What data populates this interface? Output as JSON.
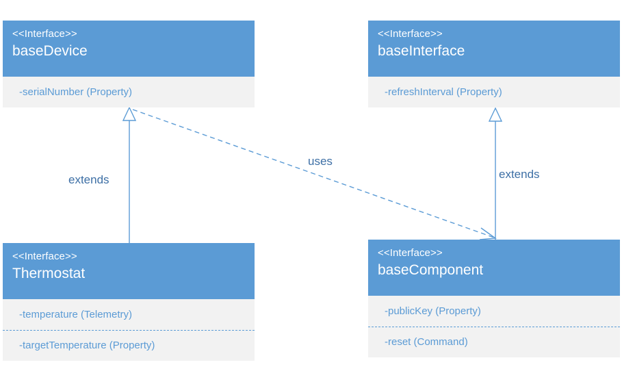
{
  "diagram": {
    "type": "uml-class-diagram",
    "title": "",
    "colors": {
      "header_fill": "#5B9BD5",
      "body_fill": "#F2F2F2",
      "header_text": "#FFFFFF",
      "member_text": "#5B9BD5",
      "connector_stroke": "#5B9BD5",
      "edge_label_text": "#3D6FA5",
      "canvas_background": "#FFFFFF"
    },
    "classes": [
      {
        "id": "baseDevice",
        "stereotype": "<<Interface>>",
        "name": "baseDevice",
        "members": [
          {
            "visibility": "-",
            "text": "-serialNumber (Property)"
          }
        ]
      },
      {
        "id": "baseInterface",
        "stereotype": "<<Interface>>",
        "name": "baseInterface",
        "members": [
          {
            "visibility": "-",
            "text": "-refreshInterval (Property)"
          }
        ]
      },
      {
        "id": "Thermostat",
        "stereotype": "<<Interface>>",
        "name": "Thermostat",
        "members": [
          {
            "visibility": "-",
            "text": "-temperature (Telemetry)"
          },
          {
            "visibility": "-",
            "text": "-targetTemperature (Property)"
          }
        ]
      },
      {
        "id": "baseComponent",
        "stereotype": "<<Interface>>",
        "name": "baseComponent",
        "members": [
          {
            "visibility": "-",
            "text": "-publicKey (Property)"
          },
          {
            "visibility": "-",
            "text": "-reset (Command)"
          }
        ]
      }
    ],
    "relationships": [
      {
        "id": "thermostat-extends-basedevice",
        "label": "extends",
        "kind": "generalization",
        "line": "solid",
        "arrowhead": "hollow-triangle",
        "source": "Thermostat",
        "target": "baseDevice"
      },
      {
        "id": "basecomponent-extends-baseinterface",
        "label": "extends",
        "kind": "generalization",
        "line": "solid",
        "arrowhead": "hollow-triangle",
        "source": "baseComponent",
        "target": "baseInterface"
      },
      {
        "id": "basedevice-uses-basecomponent",
        "label": "uses",
        "kind": "dependency",
        "line": "dashed",
        "arrowhead": "open",
        "source": "baseDevice",
        "target": "baseComponent"
      }
    ]
  }
}
